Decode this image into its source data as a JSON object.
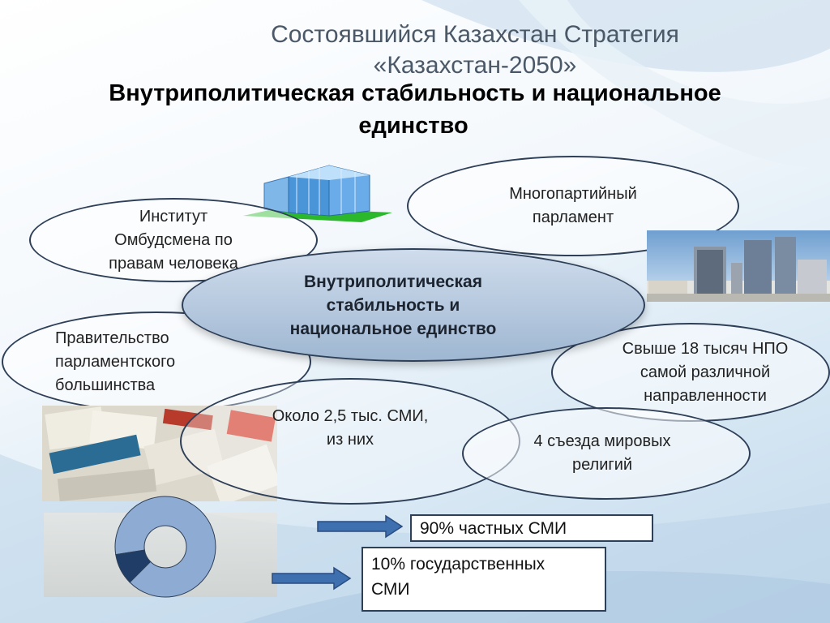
{
  "header": {
    "title_line1": "Состоявшийся Казахстан  Стратегия",
    "title_line2": "«Казахстан-2050»",
    "subtitle_line1": "Внутриполитическая стабильность и национальное",
    "subtitle_line2": "единство"
  },
  "ellipses": {
    "ombudsman": [
      "Институт",
      "Омбудсмена по",
      "правам человека"
    ],
    "multiparty": [
      "Многопартийный",
      "парламент"
    ],
    "center": [
      "Внутриполитическая",
      "стабильность и",
      "национальное единство"
    ],
    "government": [
      "Правительство",
      "парламентского",
      "большинства"
    ],
    "ngo": [
      "Свыше 18 тысяч НПО",
      "самой различной",
      "направленности"
    ],
    "media": [
      "Около 2,5 тыс. СМИ,",
      "из них"
    ],
    "religions": [
      "4 съезда мировых",
      "религий"
    ]
  },
  "boxes": {
    "private_media": "90% частных СМИ",
    "state_media": [
      "10% государственных",
      "СМИ"
    ]
  },
  "chart_data": {
    "type": "pie",
    "categories": [
      "90% частных СМИ",
      "10% государственных СМИ"
    ],
    "values": [
      90,
      10
    ],
    "colors": [
      "#8eacd3",
      "#1f3d66"
    ]
  }
}
